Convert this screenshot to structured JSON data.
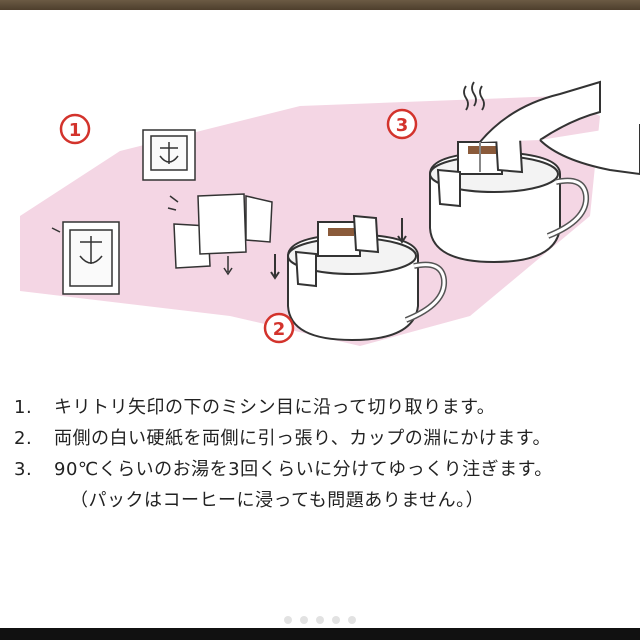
{
  "step_markers": [
    "1",
    "2",
    "3"
  ],
  "instructions": [
    {
      "num": "1.",
      "text": "キリトリ矢印の下のミシン目に沿って切り取ります。"
    },
    {
      "num": "2.",
      "text": "両側の白い硬紙を両側に引っ張り、カップの淵にかけます。"
    },
    {
      "num": "3.",
      "text": "90℃くらいのお湯を3回くらいに分けてゆっくり注ぎます。"
    }
  ],
  "note": "（パックはコーヒーに浸っても問題ありません。）",
  "colors": {
    "pink_band": "#f4d6e4",
    "step_marker": "#d3332c",
    "text": "#222222"
  }
}
